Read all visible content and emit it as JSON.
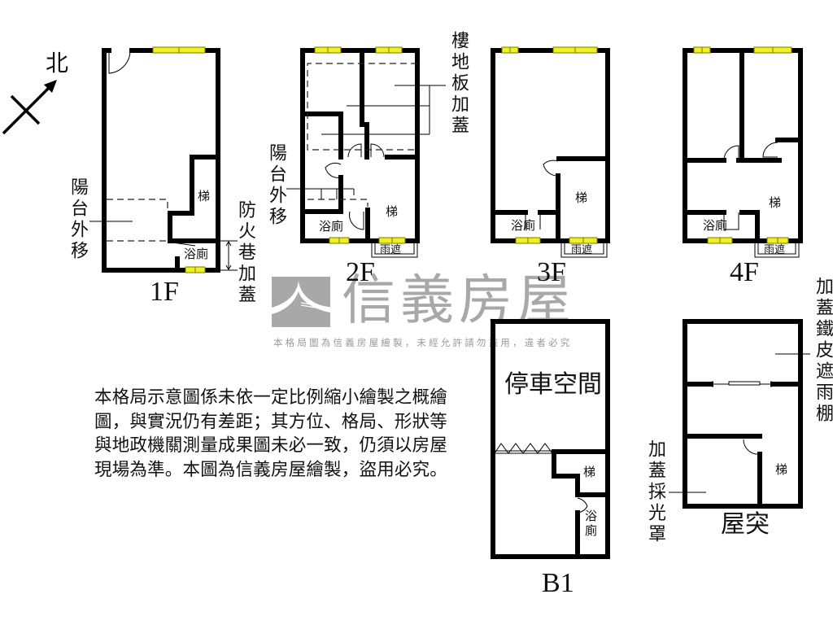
{
  "compass": {
    "label": "北",
    "icon": "north-arrow-icon"
  },
  "floors": {
    "f1": {
      "label": "1F",
      "rooms": {
        "stair": "梯",
        "bath": "浴廁"
      },
      "annotations": {
        "balcony": "陽台外移",
        "firelane": "防火巷加蓋"
      }
    },
    "f2": {
      "label": "2F",
      "rooms": {
        "stair": "梯",
        "bath": "浴廁",
        "canopy": "雨遮"
      },
      "annotations": {
        "floor_slab": "樓地板加蓋",
        "balcony": "陽台外移"
      }
    },
    "f3": {
      "label": "3F",
      "rooms": {
        "stair": "梯",
        "bath": "浴廁",
        "canopy": "雨遮"
      }
    },
    "f4": {
      "label": "4F",
      "rooms": {
        "stair": "梯",
        "bath": "浴廁",
        "canopy": "雨遮"
      }
    },
    "b1": {
      "label": "B1",
      "rooms": {
        "parking": "停車空間",
        "stair": "梯",
        "bath": "浴廁"
      }
    },
    "roof": {
      "label": "屋突",
      "rooms": {
        "stair": "梯"
      },
      "annotations": {
        "iron_canopy": "加蓋鐵皮遮雨棚",
        "skylight": "加蓋採光罩"
      }
    }
  },
  "disclaimer": "本格局示意圖係未依一定比例縮小繪製之概繪圖，與實況仍有差距；其方位、格局、形狀等與地政機關測量成果圖未必一致，仍須以房屋現場為準。本圖為信義房屋繪製，盜用必究。",
  "watermark": {
    "brand": "信義房屋",
    "notice": "本格局圖為信義房屋繪製，未經允許請勿盜用，違者必究"
  },
  "colors": {
    "wall": "#000000",
    "window_fill": "#f0f020",
    "window_edge": "#8a8a00",
    "watermark": "#a8a8a8",
    "background": "#ffffff"
  }
}
